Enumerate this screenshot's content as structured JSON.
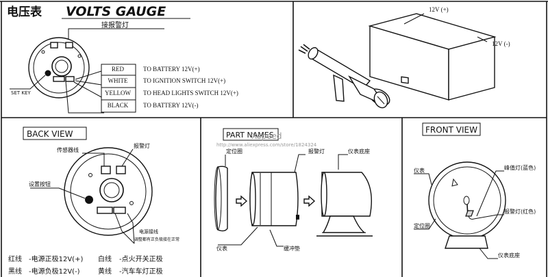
{
  "top_left": {
    "title_cn": "电压表",
    "title_en": "VOLTS GAUGE",
    "alarm_led_cn": "接报警灯",
    "set_key": "SET KEY",
    "wires": [
      {
        "color": "RED",
        "desc": "TO BATTERY 12V(+)"
      },
      {
        "color": "WHITE",
        "desc": "TO IGNITION SWITCH 12V(+)"
      },
      {
        "color": "YELLOW",
        "desc": "TO HEAD LIGHTS SWITCH 12V(+)"
      },
      {
        "color": "BLACK",
        "desc": "TO BATTERY 12V(-)"
      }
    ]
  },
  "top_right": {
    "battery_pos": "12V (+)",
    "battery_neg": "12V (-)"
  },
  "back_view": {
    "title": "BACK VIEW",
    "sensor_wire": "传感器线",
    "alarm_led": "报警灯",
    "set_button": "设置按钮",
    "power_wire_1": "电源接线",
    "power_wire_2": "调整都有正负极接在正常",
    "legend": [
      {
        "a": "红线",
        "b": "-电源正极12V(+)",
        "c": "白线",
        "d": "-点火开关正极"
      },
      {
        "a": "黑线",
        "b": "-电源负极12V(-)",
        "c": "黄线",
        "d": "-汽车车灯正极"
      }
    ]
  },
  "part_names": {
    "title": "PART NAMES",
    "watermark_brand": "Xspeed",
    "watermark_url": "http://www.aliexpress.com/store/1824324",
    "bezel": "定位圈",
    "alarm_led": "报警灯",
    "gauge_base": "仪表底座",
    "gauge": "仪表",
    "cushion": "缓冲垫"
  },
  "front_view": {
    "title": "FRONT VIEW",
    "gauge": "仪表",
    "peak_led": "峰值灯(蓝色)",
    "alarm_led": "报警灯(红色)",
    "bezel": "定位圈",
    "base": "仪表底座"
  }
}
